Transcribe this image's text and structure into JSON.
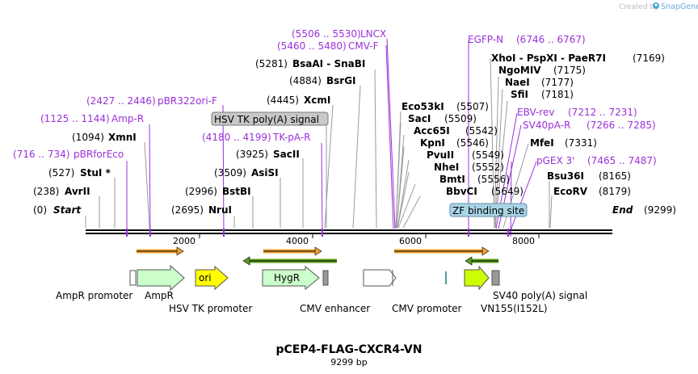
{
  "brand": {
    "created_by": "Created by",
    "logo_text": "SnapGene"
  },
  "map": {
    "title": "pCEP4-FLAG-CXCR4-VN",
    "length_label": "9299 bp",
    "ruler_ticks": [
      "2000",
      "4000",
      "6000",
      "8000"
    ],
    "sites": {
      "start": {
        "pos": "(0)",
        "name": "Start"
      },
      "end": {
        "name": "End",
        "pos": "(9299)"
      },
      "AvrII": {
        "pos": "(238)",
        "name": "AvrII"
      },
      "StuI": {
        "pos": "(527)",
        "name": "StuI *"
      },
      "XmnI": {
        "pos": "(1094)",
        "name": "XmnI"
      },
      "NruI": {
        "pos": "(2695)",
        "name": "NruI"
      },
      "BstBI": {
        "pos": "(2996)",
        "name": "BstBI"
      },
      "AsiSI": {
        "pos": "(3509)",
        "name": "AsiSI"
      },
      "SacII": {
        "pos": "(3925)",
        "name": "SacII"
      },
      "XcmI": {
        "pos": "(4445)",
        "name": "XcmI"
      },
      "BsrGI": {
        "pos": "(4884)",
        "name": "BsrGI"
      },
      "BsaAI_SnaBI": {
        "pos": "(5281)",
        "name": "BsaAI  -  SnaBI"
      },
      "Eco53kI": {
        "name": "Eco53kI",
        "pos": "(5507)"
      },
      "SacI": {
        "name": "SacI",
        "pos": "(5509)"
      },
      "Acc65I": {
        "name": "Acc65I",
        "pos": "(5542)"
      },
      "KpnI": {
        "name": "KpnI",
        "pos": "(5546)"
      },
      "PvuII": {
        "name": "PvuII",
        "pos": "(5549)"
      },
      "NheI": {
        "name": "NheI",
        "pos": "(5552)"
      },
      "BmtI": {
        "name": "BmtI",
        "pos": "(5556)"
      },
      "BbvCI": {
        "name": "BbvCI",
        "pos": "(5649)"
      },
      "XhoI_PspXI_PaeR7I": {
        "name": "XhoI  -  PspXI  -  PaeR7I",
        "pos": "(7169)"
      },
      "NgoMIV": {
        "name": "NgoMIV",
        "pos": "(7175)"
      },
      "NaeI": {
        "name": "NaeI",
        "pos": "(7177)"
      },
      "SfiI": {
        "name": "SfiI",
        "pos": "(7181)"
      },
      "MfeI": {
        "name": "MfeI",
        "pos": "(7331)"
      },
      "Bsu36I": {
        "name": "Bsu36I",
        "pos": "(8165)"
      },
      "EcoRV": {
        "name": "EcoRV",
        "pos": "(8179)"
      }
    },
    "primers": {
      "pBRforEco": {
        "range": "(716 .. 734)",
        "name": "pBRforEco"
      },
      "AmpR_primer": {
        "range": "(1125 .. 1144)",
        "name": "Amp-R"
      },
      "pBR322ori_F": {
        "range": "(2427 .. 2446)",
        "name": "pBR322ori-F"
      },
      "TK_pA_R": {
        "range": "(4180 .. 4199)",
        "name": "TK-pA-R"
      },
      "CMV_F": {
        "range": "(5460 .. 5480)",
        "name": "CMV-F"
      },
      "LNCX": {
        "range": "(5506 .. 5530)",
        "name": "LNCX"
      },
      "EGFP_N": {
        "name": "EGFP-N",
        "range": "(6746 .. 6767)"
      },
      "EBV_rev": {
        "name": "EBV-rev",
        "range": "(7212 .. 7231)"
      },
      "SV40pA_R": {
        "name": "SV40pA-R",
        "range": "(7266 .. 7285)"
      },
      "pGEX3": {
        "name": "pGEX 3'",
        "range": "(7465 .. 7487)"
      }
    },
    "boxes": {
      "hsv_polya": "HSV TK poly(A) signal",
      "zf_site": "ZF binding site"
    },
    "features": {
      "ori": "ori",
      "HygR": "HygR",
      "AmpR_promoter": "AmpR promoter",
      "AmpR": "AmpR",
      "HSV_TK_promoter": "HSV TK promoter",
      "CMV_enhancer": "CMV enhancer",
      "CMV_promoter": "CMV promoter",
      "SV40_polyA": "SV40 poly(A) signal",
      "VN155": "VN155(I152L)"
    },
    "colors": {
      "enzyme": "#000000",
      "primer": "#9b30d9",
      "backbone": "#000000",
      "orf_arrow_orange": "#f0a030",
      "orf_arrow_green": "#5aa020",
      "AmpR_fill": "#ccffcc",
      "ori_fill": "#ffff00",
      "HygR_fill": "#ccffcc",
      "VN_fill": "#ccff00",
      "promoter_fill": "#ffffff",
      "polyA_fill": "#999999",
      "zf_fill": "#aad4e6"
    }
  }
}
